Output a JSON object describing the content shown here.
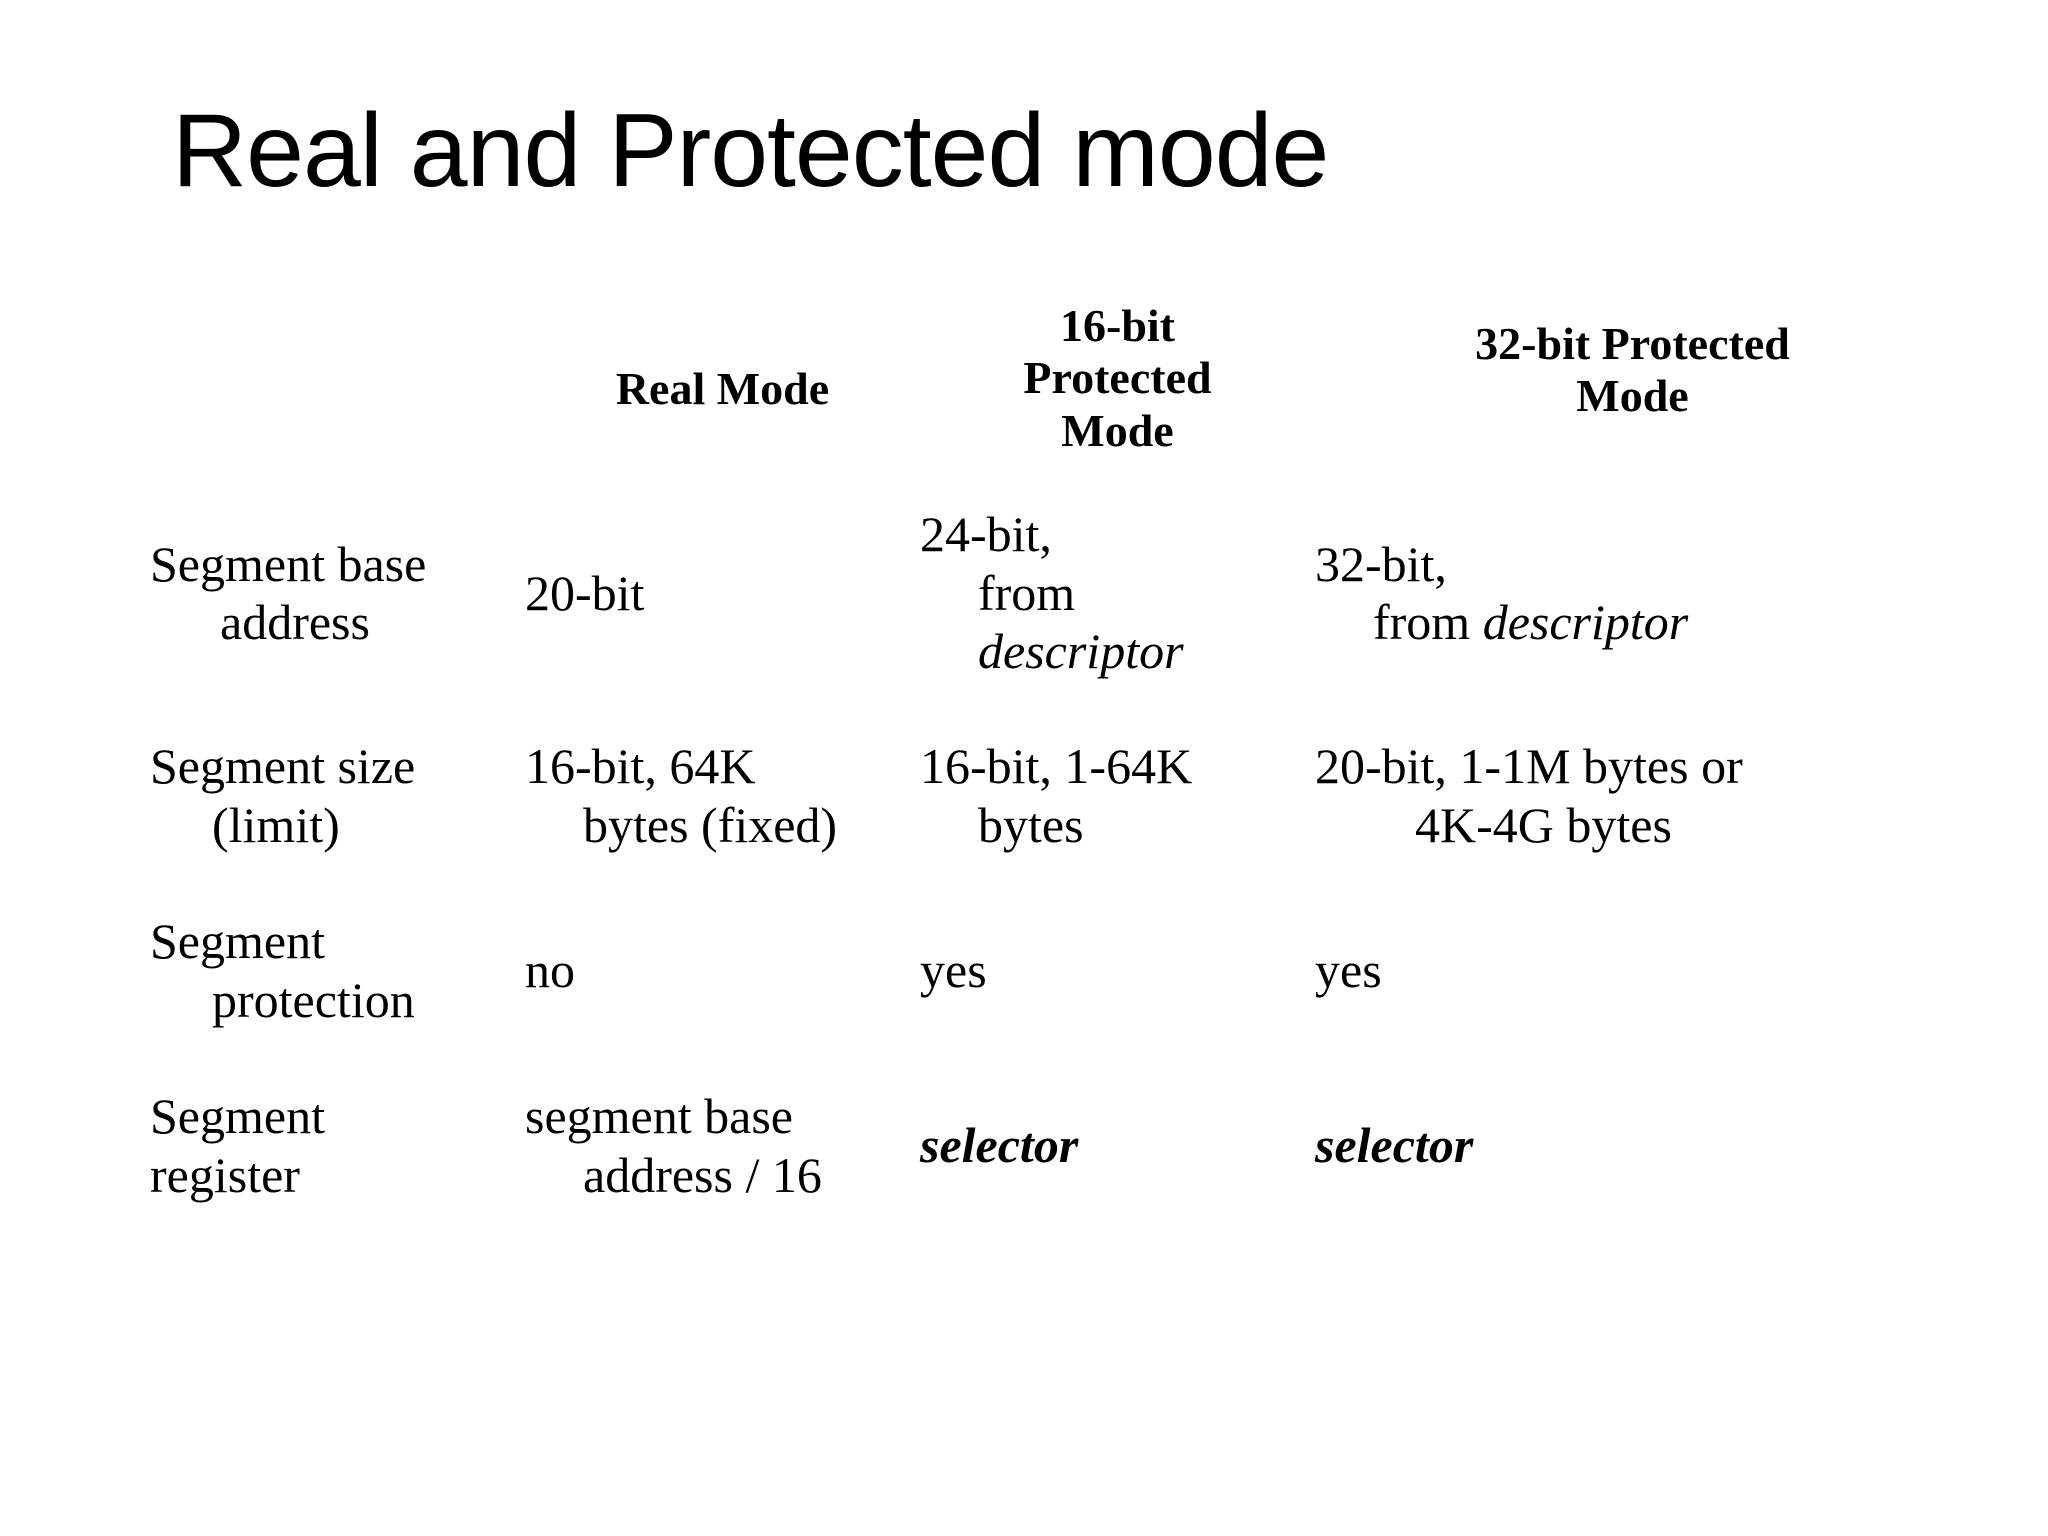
{
  "slide": {
    "title": "Real and Protected mode",
    "background_color": "#ffffff",
    "text_color": "#000000"
  },
  "table": {
    "corner_label": "",
    "columns": [
      {
        "key": "label",
        "header": ""
      },
      {
        "key": "real",
        "header": "Real Mode"
      },
      {
        "key": "p16",
        "header": "16-bit Protected Mode"
      },
      {
        "key": "p32",
        "header": "32-bit Protected Mode"
      }
    ],
    "headers": {
      "real": "Real Mode",
      "p16_line1": "16-bit",
      "p16_line2": "Protected",
      "p16_line3": "Mode",
      "p32_line1": "32-bit Protected",
      "p32_line2": "Mode"
    },
    "rows": [
      {
        "label_line1": "Segment base",
        "label_line2": "address",
        "real": "20-bit",
        "p16_line1": "24-bit,",
        "p16_line2": "from",
        "p16_line3": "descriptor",
        "p16_line3_style": "italic",
        "p32_line1": "32-bit,",
        "p32_line2_prefix": "from ",
        "p32_line2_italic": "descriptor"
      },
      {
        "label_line1": "Segment size",
        "label_line2": "(limit)",
        "real_line1": "16-bit, 64K",
        "real_line2": "bytes (fixed)",
        "p16_line1": "16-bit, 1-64K",
        "p16_line2": "bytes",
        "p32_line1": "20-bit, 1-1M bytes or",
        "p32_line2": "4K-4G bytes"
      },
      {
        "label_line1": "Segment",
        "label_line2": "protection",
        "real": "no",
        "p16": "yes",
        "p32": "yes"
      },
      {
        "label_line1": "Segment",
        "label_line2": "register",
        "real_line1": "segment base",
        "real_line2": "address / 16",
        "p16": "selector",
        "p16_style": "bold-italic",
        "p32": "selector",
        "p32_style": "bold-italic"
      }
    ]
  }
}
